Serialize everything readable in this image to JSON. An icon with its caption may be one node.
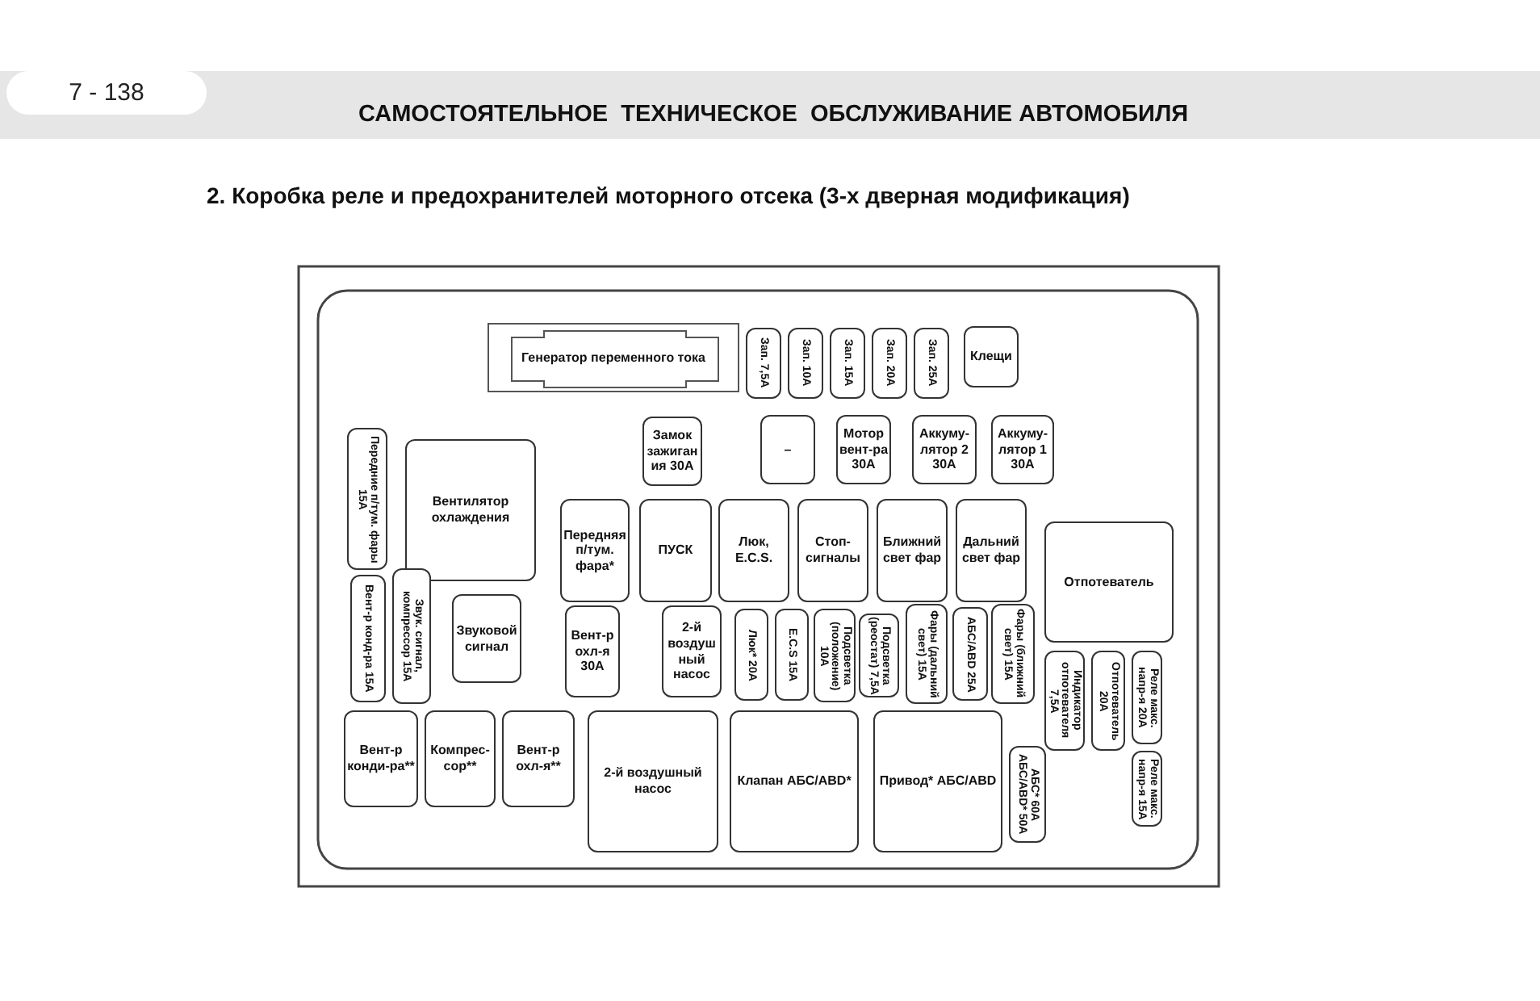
{
  "diagram": {
    "title": "2. Коробка реле и предохранителей моторного отсека (3-х дверная модификация)",
    "labels": [
      "7 - 138",
      "САМОСТОЯТЕЛЬНОЕ  ТЕХНИЧЕСКОЕ  ОБСЛУЖИВАНИЕ АВТОМОБИЛЯ"
    ],
    "nodes": [
      {
        "text": [
          "Генератор переменного тока"
        ]
      },
      {
        "text": [
          "Зап. 7,5А"
        ]
      },
      {
        "text": [
          "Зап. 10А"
        ]
      },
      {
        "text": [
          "Зап. 15А"
        ]
      },
      {
        "text": [
          "Зап. 20А"
        ]
      },
      {
        "text": [
          "Зап. 25А"
        ]
      },
      {
        "text": [
          "Клещи"
        ]
      },
      {
        "text": [
          "Замок зажигания 30А"
        ]
      },
      {
        "text": [
          "–"
        ]
      },
      {
        "text": [
          "Мотор вент-ра 30А"
        ]
      },
      {
        "text": [
          "Аккуму-лятор 2 30А"
        ]
      },
      {
        "text": [
          "Аккуму-лятор 1 30А"
        ]
      },
      {
        "text": [
          "Передние п/тум. фары 15А"
        ]
      },
      {
        "text": [
          "Вентилятор охлаждения"
        ]
      },
      {
        "text": [
          "Передняя п/тум. фара*"
        ]
      },
      {
        "text": [
          "ПУСК"
        ]
      },
      {
        "text": [
          "Люк, E.C.S."
        ]
      },
      {
        "text": [
          "Стоп-сигналы"
        ]
      },
      {
        "text": [
          "Ближний свет фар"
        ]
      },
      {
        "text": [
          "Дальний свет фар"
        ]
      },
      {
        "text": [
          "Отпотеватель"
        ]
      },
      {
        "text": [
          "Вент-р конд-ра 15А"
        ]
      },
      {
        "text": [
          "Звук. сигнал, компрессор 15А"
        ]
      },
      {
        "text": [
          "Звуковой сигнал"
        ]
      },
      {
        "text": [
          "Вент-р охл-я 30А"
        ]
      },
      {
        "text": [
          "2-й воздушный насос"
        ]
      },
      {
        "text": [
          "Люк* 20А"
        ]
      },
      {
        "text": [
          "E.C.S 15А"
        ]
      },
      {
        "text": [
          "Подсветка (положение) 10А"
        ]
      },
      {
        "text": [
          "Подсветка (реостат) 7,5А"
        ]
      },
      {
        "text": [
          "Фары (дальний свет) 15А"
        ]
      },
      {
        "text": [
          "АБС/ABD 25А"
        ]
      },
      {
        "text": [
          "Фары (ближний свет) 15А"
        ]
      },
      {
        "text": [
          "Индикатор отпотевателя 7,5А"
        ]
      },
      {
        "text": [
          "Отпотеватель 20А"
        ]
      },
      {
        "text": [
          "Реле макс. напр-я 20А"
        ]
      },
      {
        "text": [
          "Реле макс. напр-я 15А"
        ]
      },
      {
        "text": [
          "Вент-р конди-ра**"
        ]
      },
      {
        "text": [
          "Компрес-сор**"
        ]
      },
      {
        "text": [
          "Вент-р охл-я**"
        ]
      },
      {
        "text": [
          "2-й воздушный насос"
        ]
      },
      {
        "text": [
          "Клапан АБС/ABD*"
        ]
      },
      {
        "text": [
          "Привод* АБС/ABD"
        ]
      },
      {
        "text": [
          "АБС* 60А АБС/ABD* 50А"
        ]
      }
    ]
  }
}
